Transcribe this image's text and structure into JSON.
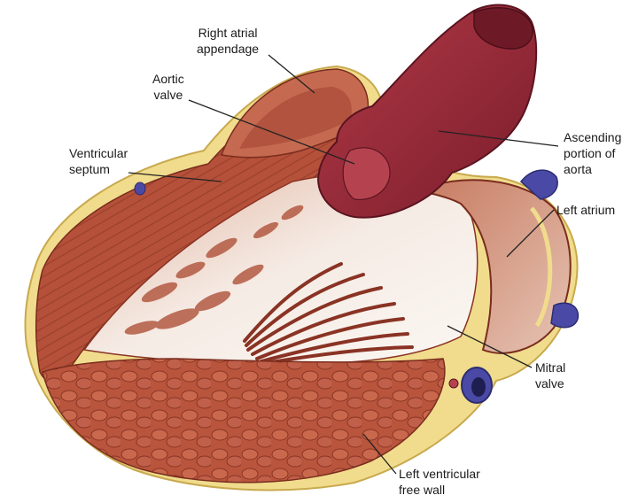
{
  "labels": {
    "right_atrial_appendage": [
      "Right atrial",
      "appendage"
    ],
    "aortic_valve": [
      "Aortic",
      "valve"
    ],
    "ventricular_septum": [
      "Ventricular",
      "septum"
    ],
    "ascending_aorta": [
      "Ascending",
      "portion of",
      "aorta"
    ],
    "left_atrium": [
      "Left atrium"
    ],
    "mitral_valve": [
      "Mitral",
      "valve"
    ],
    "left_ventricular_free_wall": [
      "Left ventricular",
      "free wall"
    ]
  },
  "colors": {
    "myocardium": "#b5513a",
    "myocardium_dark": "#8a3324",
    "myocardium_light": "#d07a5c",
    "fat": "#f0dc8c",
    "aorta": "#9c2a38",
    "aorta_dark": "#6e1a26",
    "chamber_pale": "#f1e4dc",
    "vein": "#4a4aa6"
  }
}
